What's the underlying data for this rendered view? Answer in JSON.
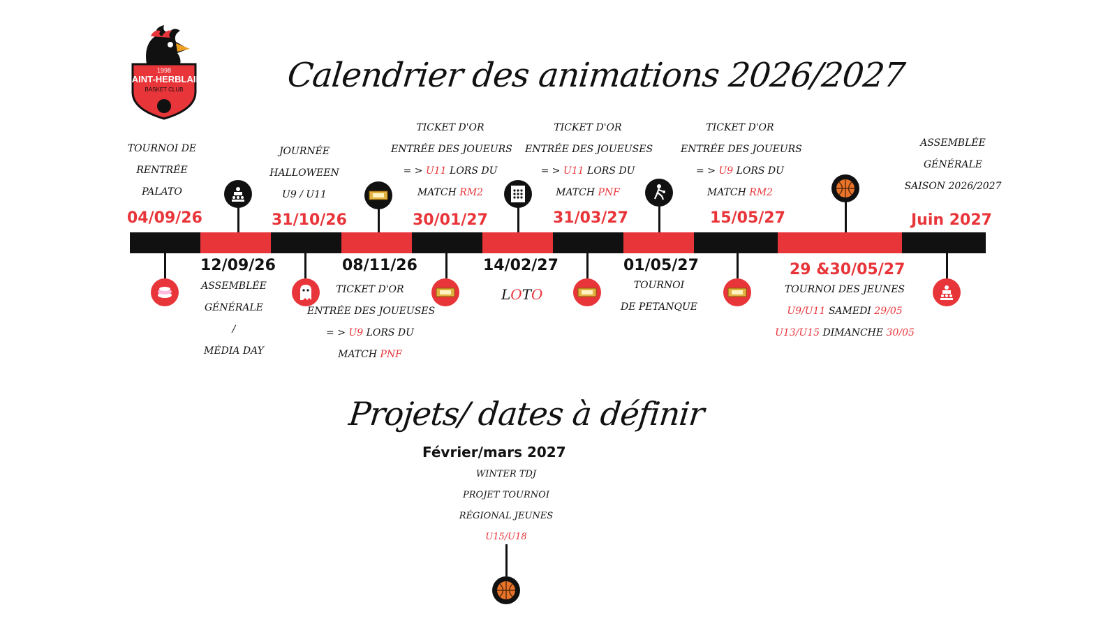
{
  "header": {
    "title": "Calendrier des animations 2026/2027"
  },
  "logo": {
    "year": "1998",
    "name": "SAINT-HERBLAIN",
    "sub": "BASKET CLUB"
  },
  "timeline": {
    "colors": {
      "accent": "#e8353a",
      "dark": "#111111"
    },
    "events": [
      {
        "date": "04/09/26",
        "lines": [
          "Tournoi de",
          "rentrée",
          "Palato"
        ],
        "icon": "coins-icon"
      },
      {
        "date": "12/09/26",
        "lines": [
          "Assemblée",
          "générale",
          "/",
          "Média day"
        ],
        "icon": "assembly-icon"
      },
      {
        "date": "31/10/26",
        "lines": [
          "Journée",
          "Halloween",
          "U9 / U11"
        ],
        "icon": "ghost-icon"
      },
      {
        "date": "08/11/26",
        "lines": [
          "Ticket d'or",
          "entrée des joueuses",
          "= > ",
          "U9",
          " lors du",
          "match ",
          "PNF"
        ],
        "icon": "ticket-icon"
      },
      {
        "date": "30/01/27",
        "lines": [
          "Ticket d'or",
          "entrée des joueurs",
          "= > ",
          "U11",
          " lors du",
          "match ",
          "RM2"
        ],
        "icon": "ticket-icon"
      },
      {
        "date": "14/02/27",
        "loto": [
          "L",
          "O",
          "T",
          "O"
        ],
        "icon": "loto-card-icon"
      },
      {
        "date": "31/03/27",
        "lines": [
          "Ticket d'or",
          "entrée des joueuses",
          "= > ",
          "U11",
          " lors du",
          "match ",
          "PNF"
        ],
        "icon": "ticket-icon"
      },
      {
        "date": "01/05/27",
        "lines": [
          "Tournoi",
          "de petanque"
        ],
        "icon": "petanque-icon"
      },
      {
        "date": "15/05/27",
        "lines": [
          "Ticket d'or",
          "entrée des joueurs",
          "= > ",
          "U9",
          " lors du",
          "match ",
          "RM2"
        ],
        "icon": "ticket-icon"
      },
      {
        "date": "29 &30/05/27",
        "lines": [
          "Tournoi des jeunes",
          "U9/U11",
          " samedi ",
          "29/05",
          "U13/U15",
          " dimanche ",
          "30/05"
        ],
        "icon": "basketball-icon"
      },
      {
        "date": "Juin 2027",
        "lines": [
          "Assemblée",
          "générale",
          "saison 2026/2027"
        ],
        "icon": "assembly-icon"
      }
    ]
  },
  "projects": {
    "title": "Projets/ dates à définir",
    "date": "Février/mars 2027",
    "lines": [
      "Winter TDJ",
      "Projet tournoi",
      "régional jeunes",
      "U15/U18"
    ],
    "icon": "basketball-icon"
  }
}
